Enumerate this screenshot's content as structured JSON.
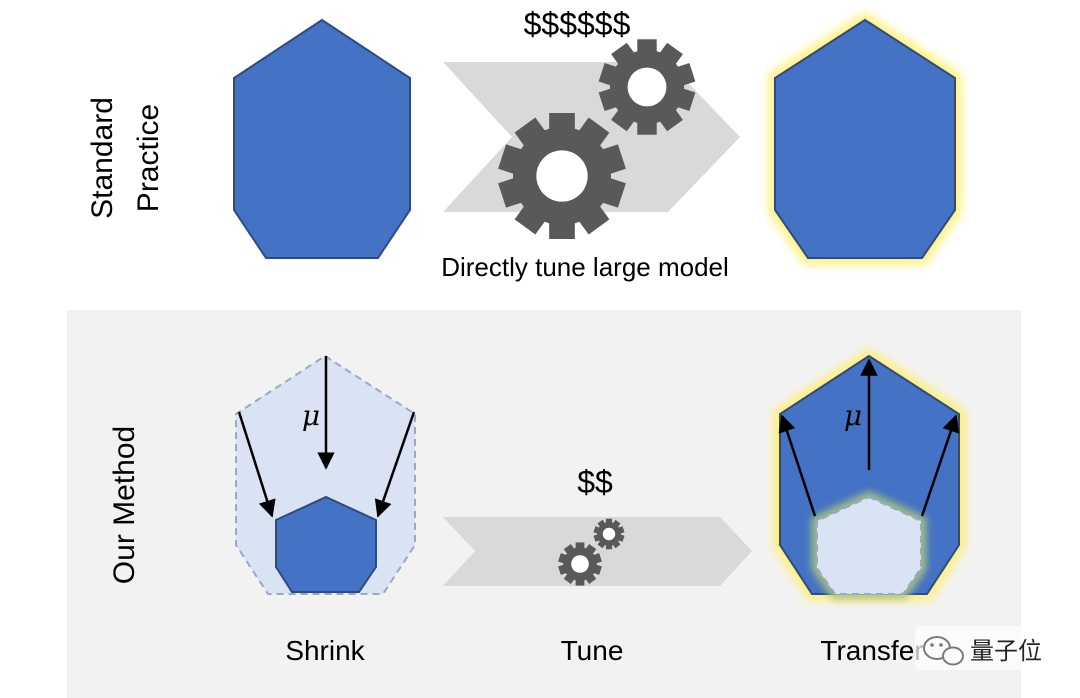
{
  "standard": {
    "row_label_line1": "Standard",
    "row_label_line2": "Practice",
    "cost_label": "$$$$$$",
    "caption": "Directly tune large model"
  },
  "method": {
    "row_label": "Our Method",
    "cost_label": "$$",
    "mu_symbol": "μ",
    "steps": [
      "Shrink",
      "Tune",
      "Transfer"
    ]
  },
  "watermark": {
    "text": "量子位",
    "icon": "wechat-icon"
  },
  "colors": {
    "model_blue": "#4472c4",
    "model_outline": "#2f4b7c",
    "faded_fill": "#dae3f3",
    "arrow_band": "#d9d9d9",
    "gear": "#595959",
    "glow_yellow": "#ffef6e",
    "panel_bg": "#f2f2f2"
  }
}
